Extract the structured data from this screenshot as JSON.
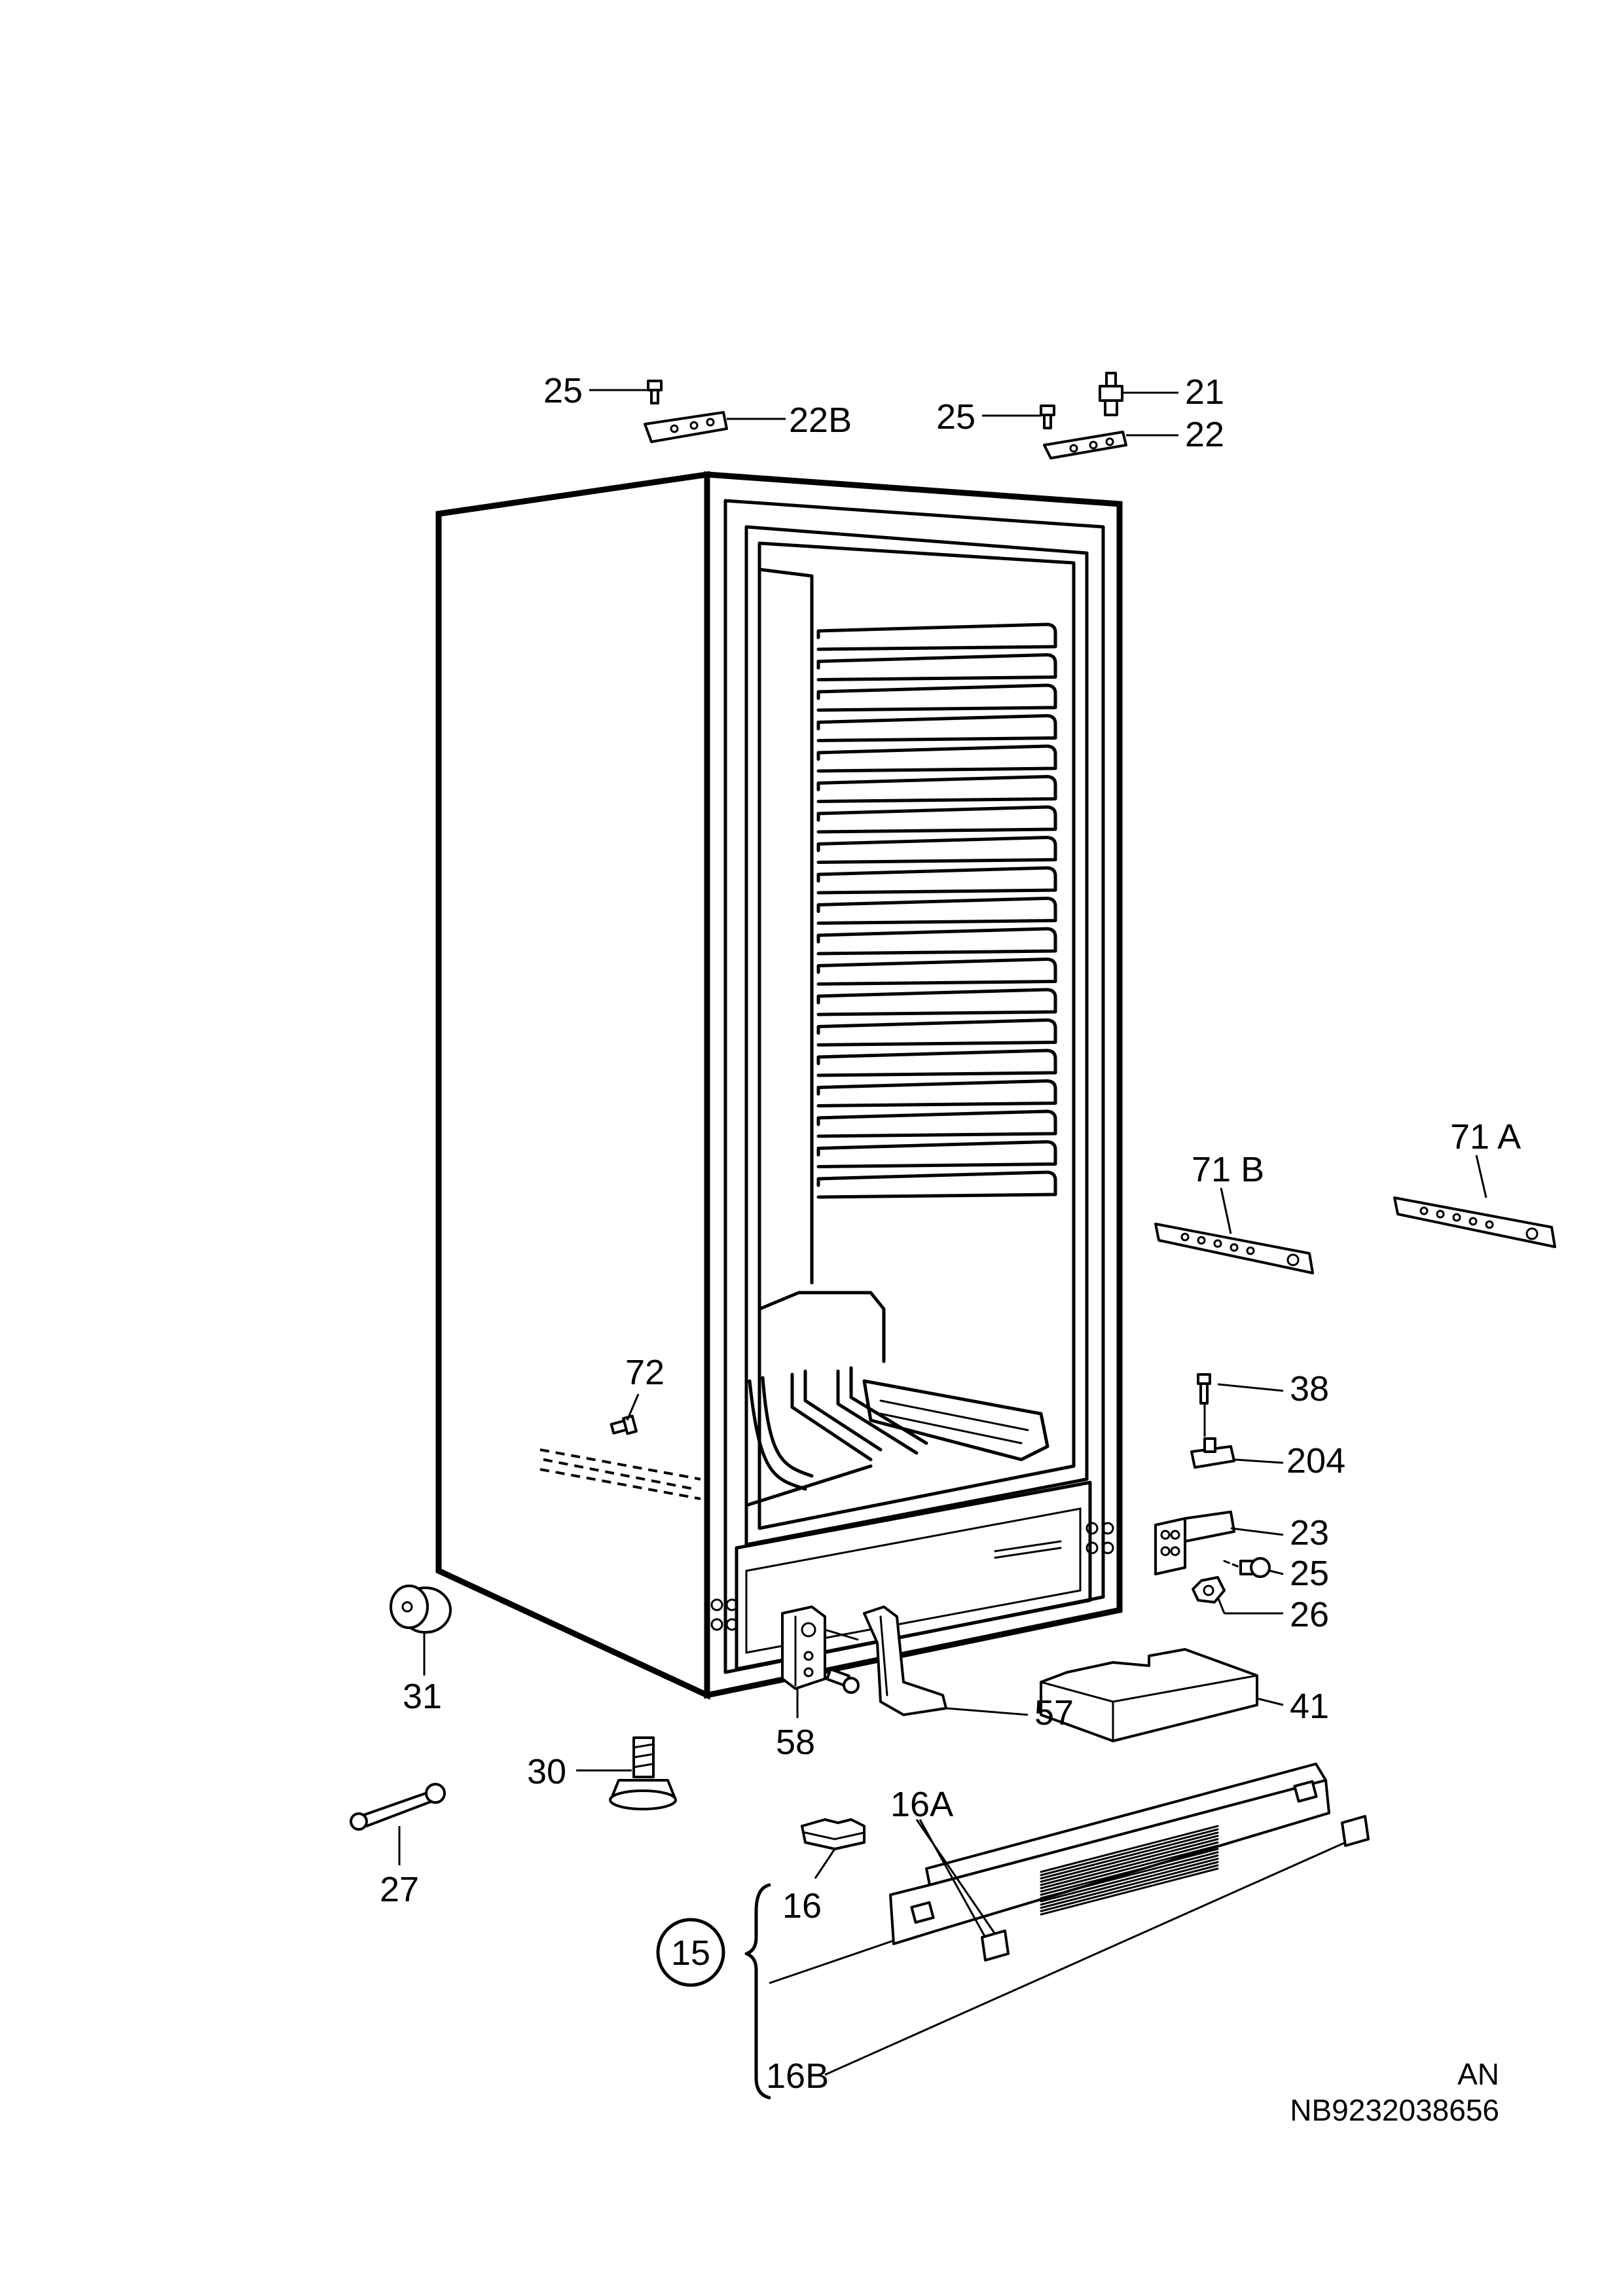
{
  "diagram": {
    "callouts": {
      "c25a": "25",
      "c22b": "22B",
      "c25b": "25",
      "c21": "21",
      "c22": "22",
      "c71a": "71 A",
      "c71b": "71 B",
      "c72": "72",
      "c38": "38",
      "c204": "204",
      "c23": "23",
      "c25c": "25",
      "c26": "26",
      "c31": "31",
      "c57": "57",
      "c41": "41",
      "c58": "58",
      "c30": "30",
      "c16a": "16A",
      "c27": "27",
      "c16": "16",
      "c15": "15",
      "c16b": "16B"
    },
    "reference": {
      "variant": "AN",
      "code": "NB9232038656"
    }
  }
}
